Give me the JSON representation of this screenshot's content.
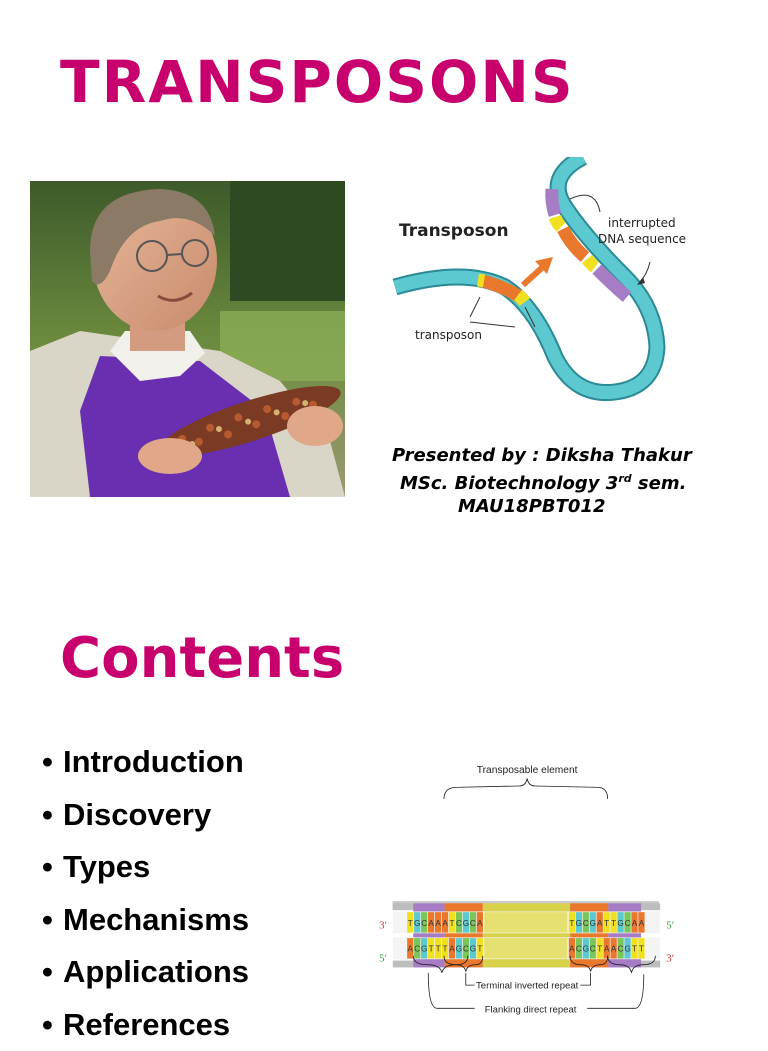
{
  "slide1": {
    "title": "TRANSPOSONS",
    "photo_alt": "scientist-holding-corn",
    "diagram": {
      "heading": "Transposon",
      "label_interrupted_1": "interrupted",
      "label_interrupted_2": "DNA sequence",
      "label_transposon": "transposon"
    },
    "presenter": {
      "line1": "Presented by : Diksha Thakur",
      "line2_prefix": "MSc. Biotechnology 3",
      "line2_sup": "rd",
      "line2_suffix": " sem.",
      "line3": "MAU18PBT012"
    }
  },
  "slide2": {
    "title": "Contents",
    "bullet_char": "•",
    "bullets": [
      "Introduction",
      "Discovery",
      "Types",
      "Mechanisms",
      "Applications",
      "References"
    ],
    "diagram": {
      "top_label": "Transposable element",
      "end_3_top": "3′",
      "end_5_top": "5′",
      "end_5_bottom": "5′",
      "end_3_bottom": "3′",
      "label_tir": "Terminal inverted repeat",
      "label_fdr": "Flanking direct repeat",
      "top_strand_left": [
        "T",
        "G",
        "C",
        "A",
        "A",
        "A",
        "T",
        "C",
        "G",
        "C",
        "A"
      ],
      "top_strand_right": [
        "T",
        "G",
        "C",
        "G",
        "A",
        "T",
        "T",
        "G",
        "C",
        "A",
        "A"
      ],
      "bottom_strand_left": [
        "A",
        "C",
        "G",
        "T",
        "T",
        "T",
        "A",
        "G",
        "C",
        "G",
        "T"
      ],
      "bottom_strand_right": [
        "A",
        "C",
        "G",
        "C",
        "T",
        "A",
        "A",
        "C",
        "G",
        "T",
        "T"
      ]
    }
  },
  "colors": {
    "title": "#c8006e",
    "strand": "#5cc8cf",
    "insert": "#e9782c",
    "yellow": "#f0e020",
    "purple": "#a67cc4"
  }
}
